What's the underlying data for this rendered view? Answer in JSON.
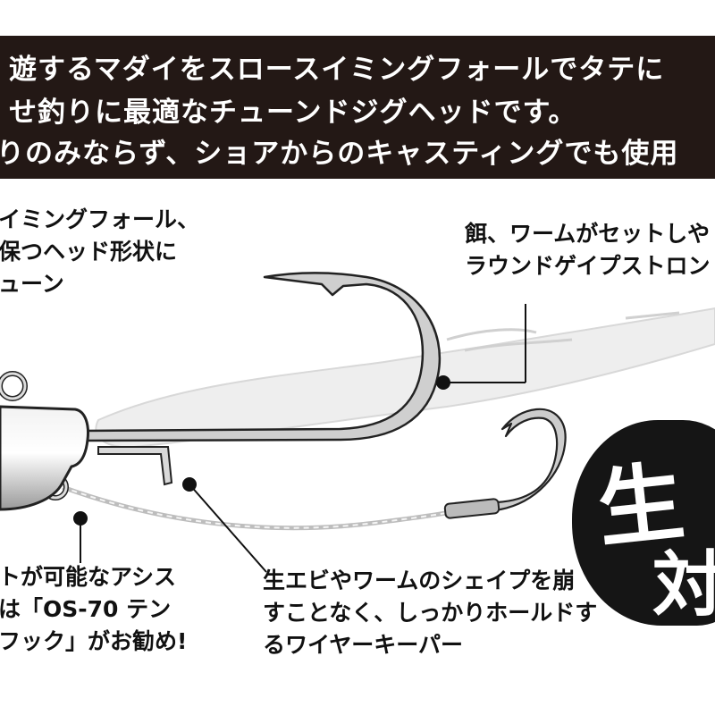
{
  "banner": {
    "line1": "遊するマダイをスロースイミングフォールでタテに",
    "line2": "せ釣りに最適なチューンドジグヘッドです。",
    "line3": "りのみならず、ショアからのキャスティングでも使用"
  },
  "callouts": {
    "top_left": [
      "イミングフォール、",
      "保つヘッド形状に",
      "ューン"
    ],
    "top_right": [
      "餌、ワームがセットしや",
      "ラウンドゲイプストロン"
    ],
    "bottom_left": [
      "トが可能なアシス",
      "は「OS-70 テン",
      "フック」がお勧め!"
    ],
    "bottom_mid": [
      "生エビやワームのシェイプを崩",
      "すことなく、しっかりホールドす",
      "るワイヤーキーパー"
    ]
  },
  "badge": {
    "char1": "生",
    "char2": "対"
  },
  "colors": {
    "banner_bg": "#231815",
    "banner_text": "#ffffff",
    "ink": "#111111"
  }
}
